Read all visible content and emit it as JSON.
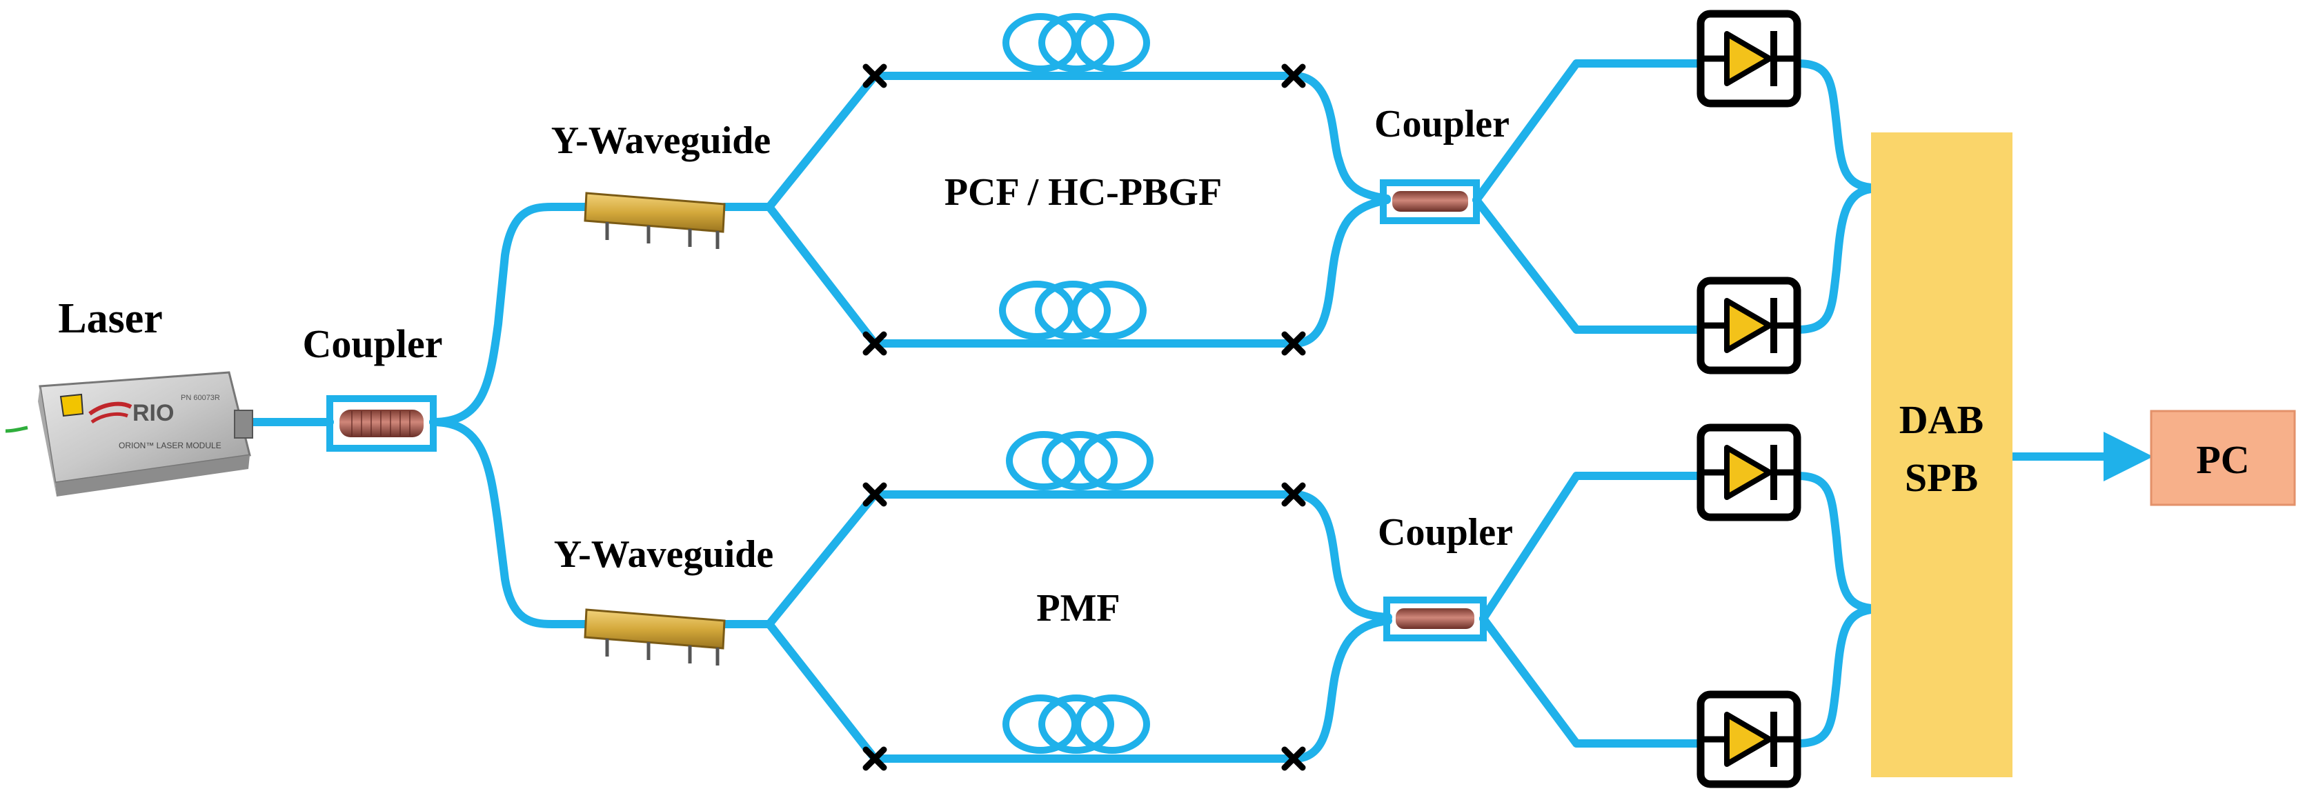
{
  "colors": {
    "fiber": "#1fb1ea",
    "dsp_box": "#fad56a",
    "pc_box": "#f7b08a",
    "coupler_core": "#b9645a",
    "waveguide_gold": "#d4a93c"
  },
  "labels": {
    "laser": "Laser",
    "coupler_input": "Coupler",
    "y_waveguide_top": "Y-Waveguide",
    "y_waveguide_bottom": "Y-Waveguide",
    "fiber_top": "PCF / HC-PBGF",
    "fiber_bottom": "PMF",
    "coupler_top": "Coupler",
    "coupler_bottom": "Coupler",
    "dsp_line1": "DAB",
    "dsp_line2": "SPB",
    "pc": "PC"
  },
  "laser_module": {
    "brand": "RIO",
    "model_line": "ORION™ LASER MODULE",
    "serial": "PN 60073R"
  },
  "icons": {
    "photodetector": "photodiode-icon",
    "splice": "cross-splice-icon",
    "fiber_coil": "fiber-coil-icon"
  }
}
